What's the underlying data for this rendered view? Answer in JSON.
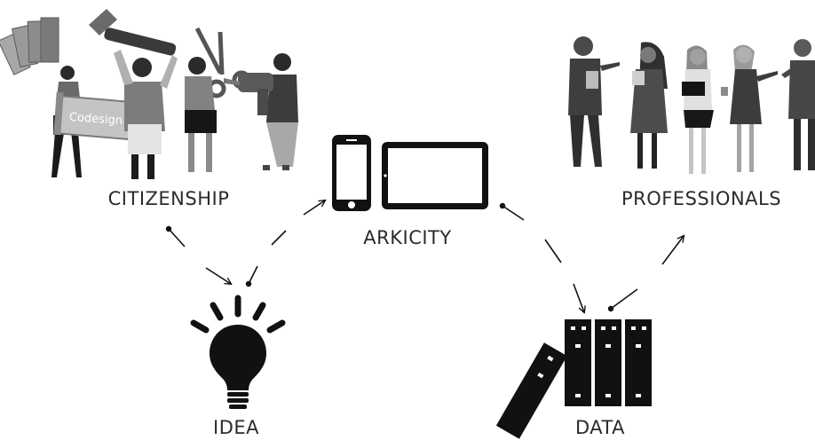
{
  "labels": {
    "citizenship": "CITIZENSHIP",
    "arkicity": "ARKICITY",
    "professionals": "PROFESSIONALS",
    "idea": "IDEA",
    "data": "DATA",
    "codesign_banner": "Codesign"
  },
  "colors": {
    "ink": "#111111",
    "figure_gray": "#5c5c5c",
    "figure_light": "#9a9a9a",
    "label_text": "#2b2b2b"
  },
  "icons": [
    "people-tools-icon",
    "phone-icon",
    "tablet-icon",
    "professionals-group-icon",
    "lightbulb-icon",
    "binders-icon"
  ]
}
